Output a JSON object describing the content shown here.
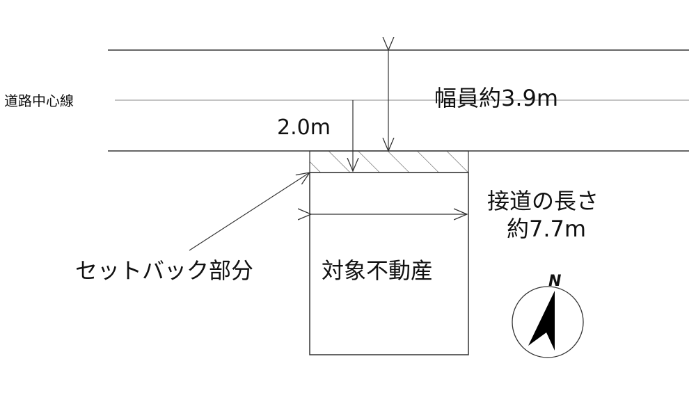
{
  "labels": {
    "centerline": "道路中心線",
    "road_width": "幅員約3.9m",
    "setback_distance": "2.0m",
    "frontage_line1": "接道の長さ",
    "frontage_line2": "約7.7m",
    "setback": "セットバック部分",
    "property": "対象不動産",
    "north": "N"
  },
  "colors": {
    "line": "#333333",
    "thin_line": "#888888",
    "hatch": "#555555",
    "compass_fill": "#000000"
  },
  "icons": {
    "compass": "north-arrow-icon"
  }
}
